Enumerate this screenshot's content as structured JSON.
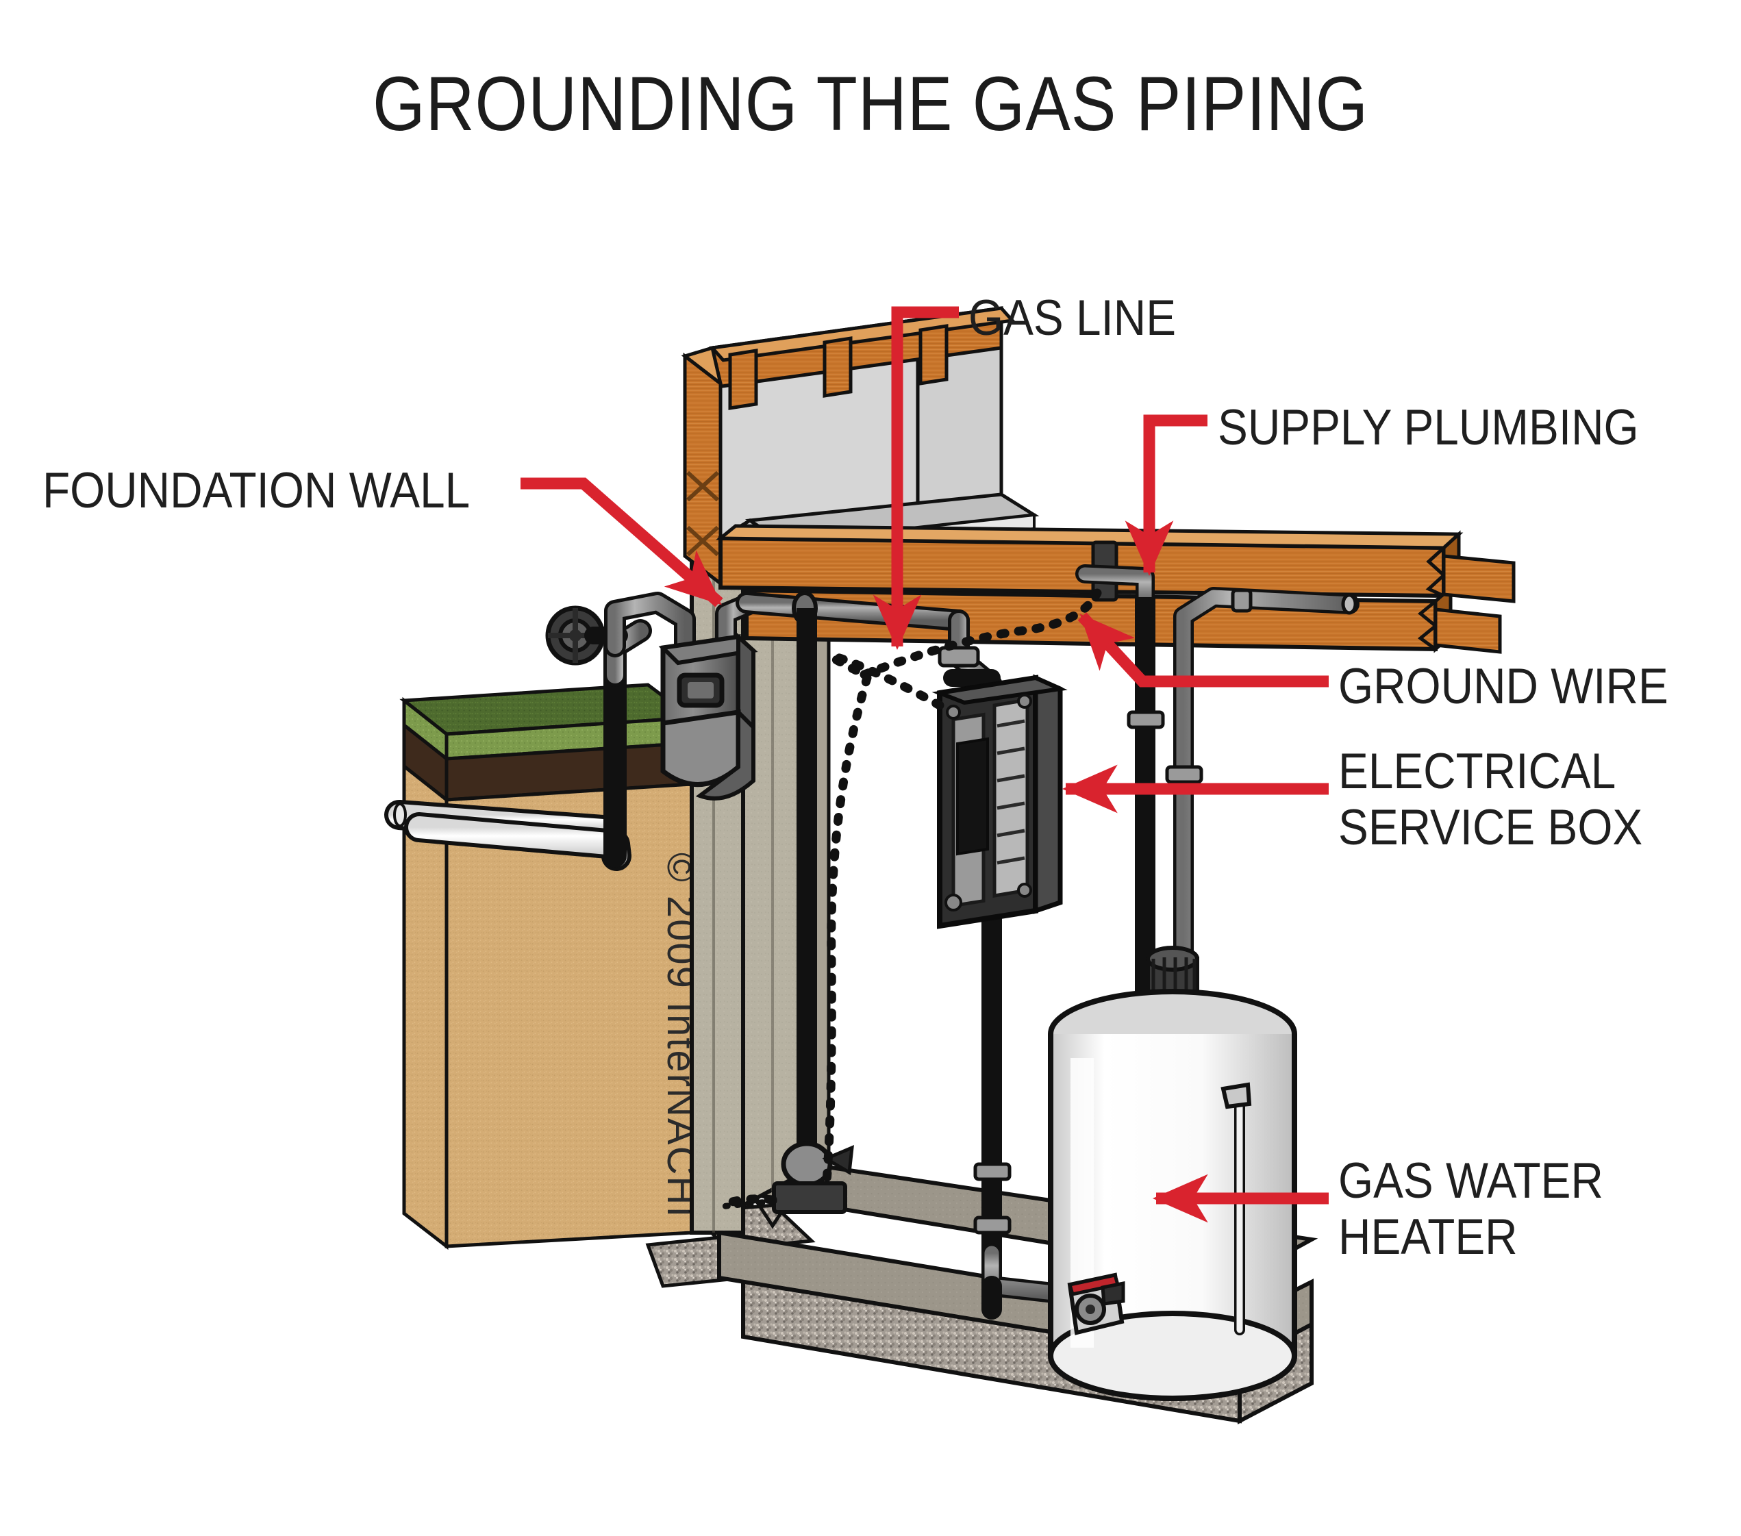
{
  "title": "GROUNDING THE GAS PIPING",
  "copyright": "© 2009 InterNACHI",
  "accent_color": "#D9232E",
  "text_color": "#1F1F1F",
  "background_color": "#FFFFFF",
  "diagram_type": "technical cutaway illustration",
  "subject": "Residential foundation cutaway showing gas piping, supply plumbing and the grounding (bonding) wire connecting them to the electrical service box",
  "labels": [
    {
      "id": "gas-line",
      "text": "GAS LINE",
      "points_to": "vertical gas supply pipe dropping from floor framing into the basement"
    },
    {
      "id": "supply-plumbing",
      "text": "SUPPLY PLUMBING",
      "points_to": "water supply pipes running along the floor joists"
    },
    {
      "id": "foundation-wall",
      "text": "FOUNDATION WALL",
      "points_to": "poured concrete foundation wall"
    },
    {
      "id": "ground-wire",
      "text": "GROUND WIRE",
      "points_to": "dotted bonding conductor between the gas piping, water piping and service panel"
    },
    {
      "id": "electrical-service-box",
      "text": "ELECTRICAL\nSERVICE BOX",
      "points_to": "electrical service panel mounted on the basement wall"
    },
    {
      "id": "gas-water-heater",
      "text": "GAS WATER\nHEATER",
      "points_to": "white cylindrical gas-fired storage water heater on the slab"
    }
  ],
  "scene_parts": [
    {
      "id": "grass",
      "name": "lawn / turf layer",
      "color": "#4E6B2E"
    },
    {
      "id": "topsoil",
      "name": "topsoil layer",
      "color": "#3E2A1C"
    },
    {
      "id": "subsoil",
      "name": "subsoil / backfill",
      "color": "#D4AC74"
    },
    {
      "id": "foundation-concrete",
      "name": "concrete foundation wall",
      "color": "#B5B0A0"
    },
    {
      "id": "slab",
      "name": "concrete basement slab",
      "color": "#9C968A"
    },
    {
      "id": "gravel",
      "name": "gravel base",
      "color": "#A9A29A"
    },
    {
      "id": "framing",
      "name": "wood floor joists and studs",
      "color": "#C8752B"
    },
    {
      "id": "sheathing",
      "name": "drywall / subfloor panels",
      "color": "#D2D2D2"
    },
    {
      "id": "pipe",
      "name": "steel gas and water piping",
      "color": "#8A8A8A"
    },
    {
      "id": "gas-meter",
      "name": "gas meter and shutoff valve",
      "color": "#5A5A5A"
    },
    {
      "id": "panel",
      "name": "electrical service panel",
      "color": "#2A2A2A"
    },
    {
      "id": "water-heater",
      "name": "gas water heater tank",
      "color": "#FFFFFF"
    },
    {
      "id": "buried-gas-main",
      "name": "buried gas service pipe",
      "color": "#FFFFFF"
    },
    {
      "id": "ground-wire-art",
      "name": "dotted grounding conductor",
      "color": "#111111"
    }
  ]
}
